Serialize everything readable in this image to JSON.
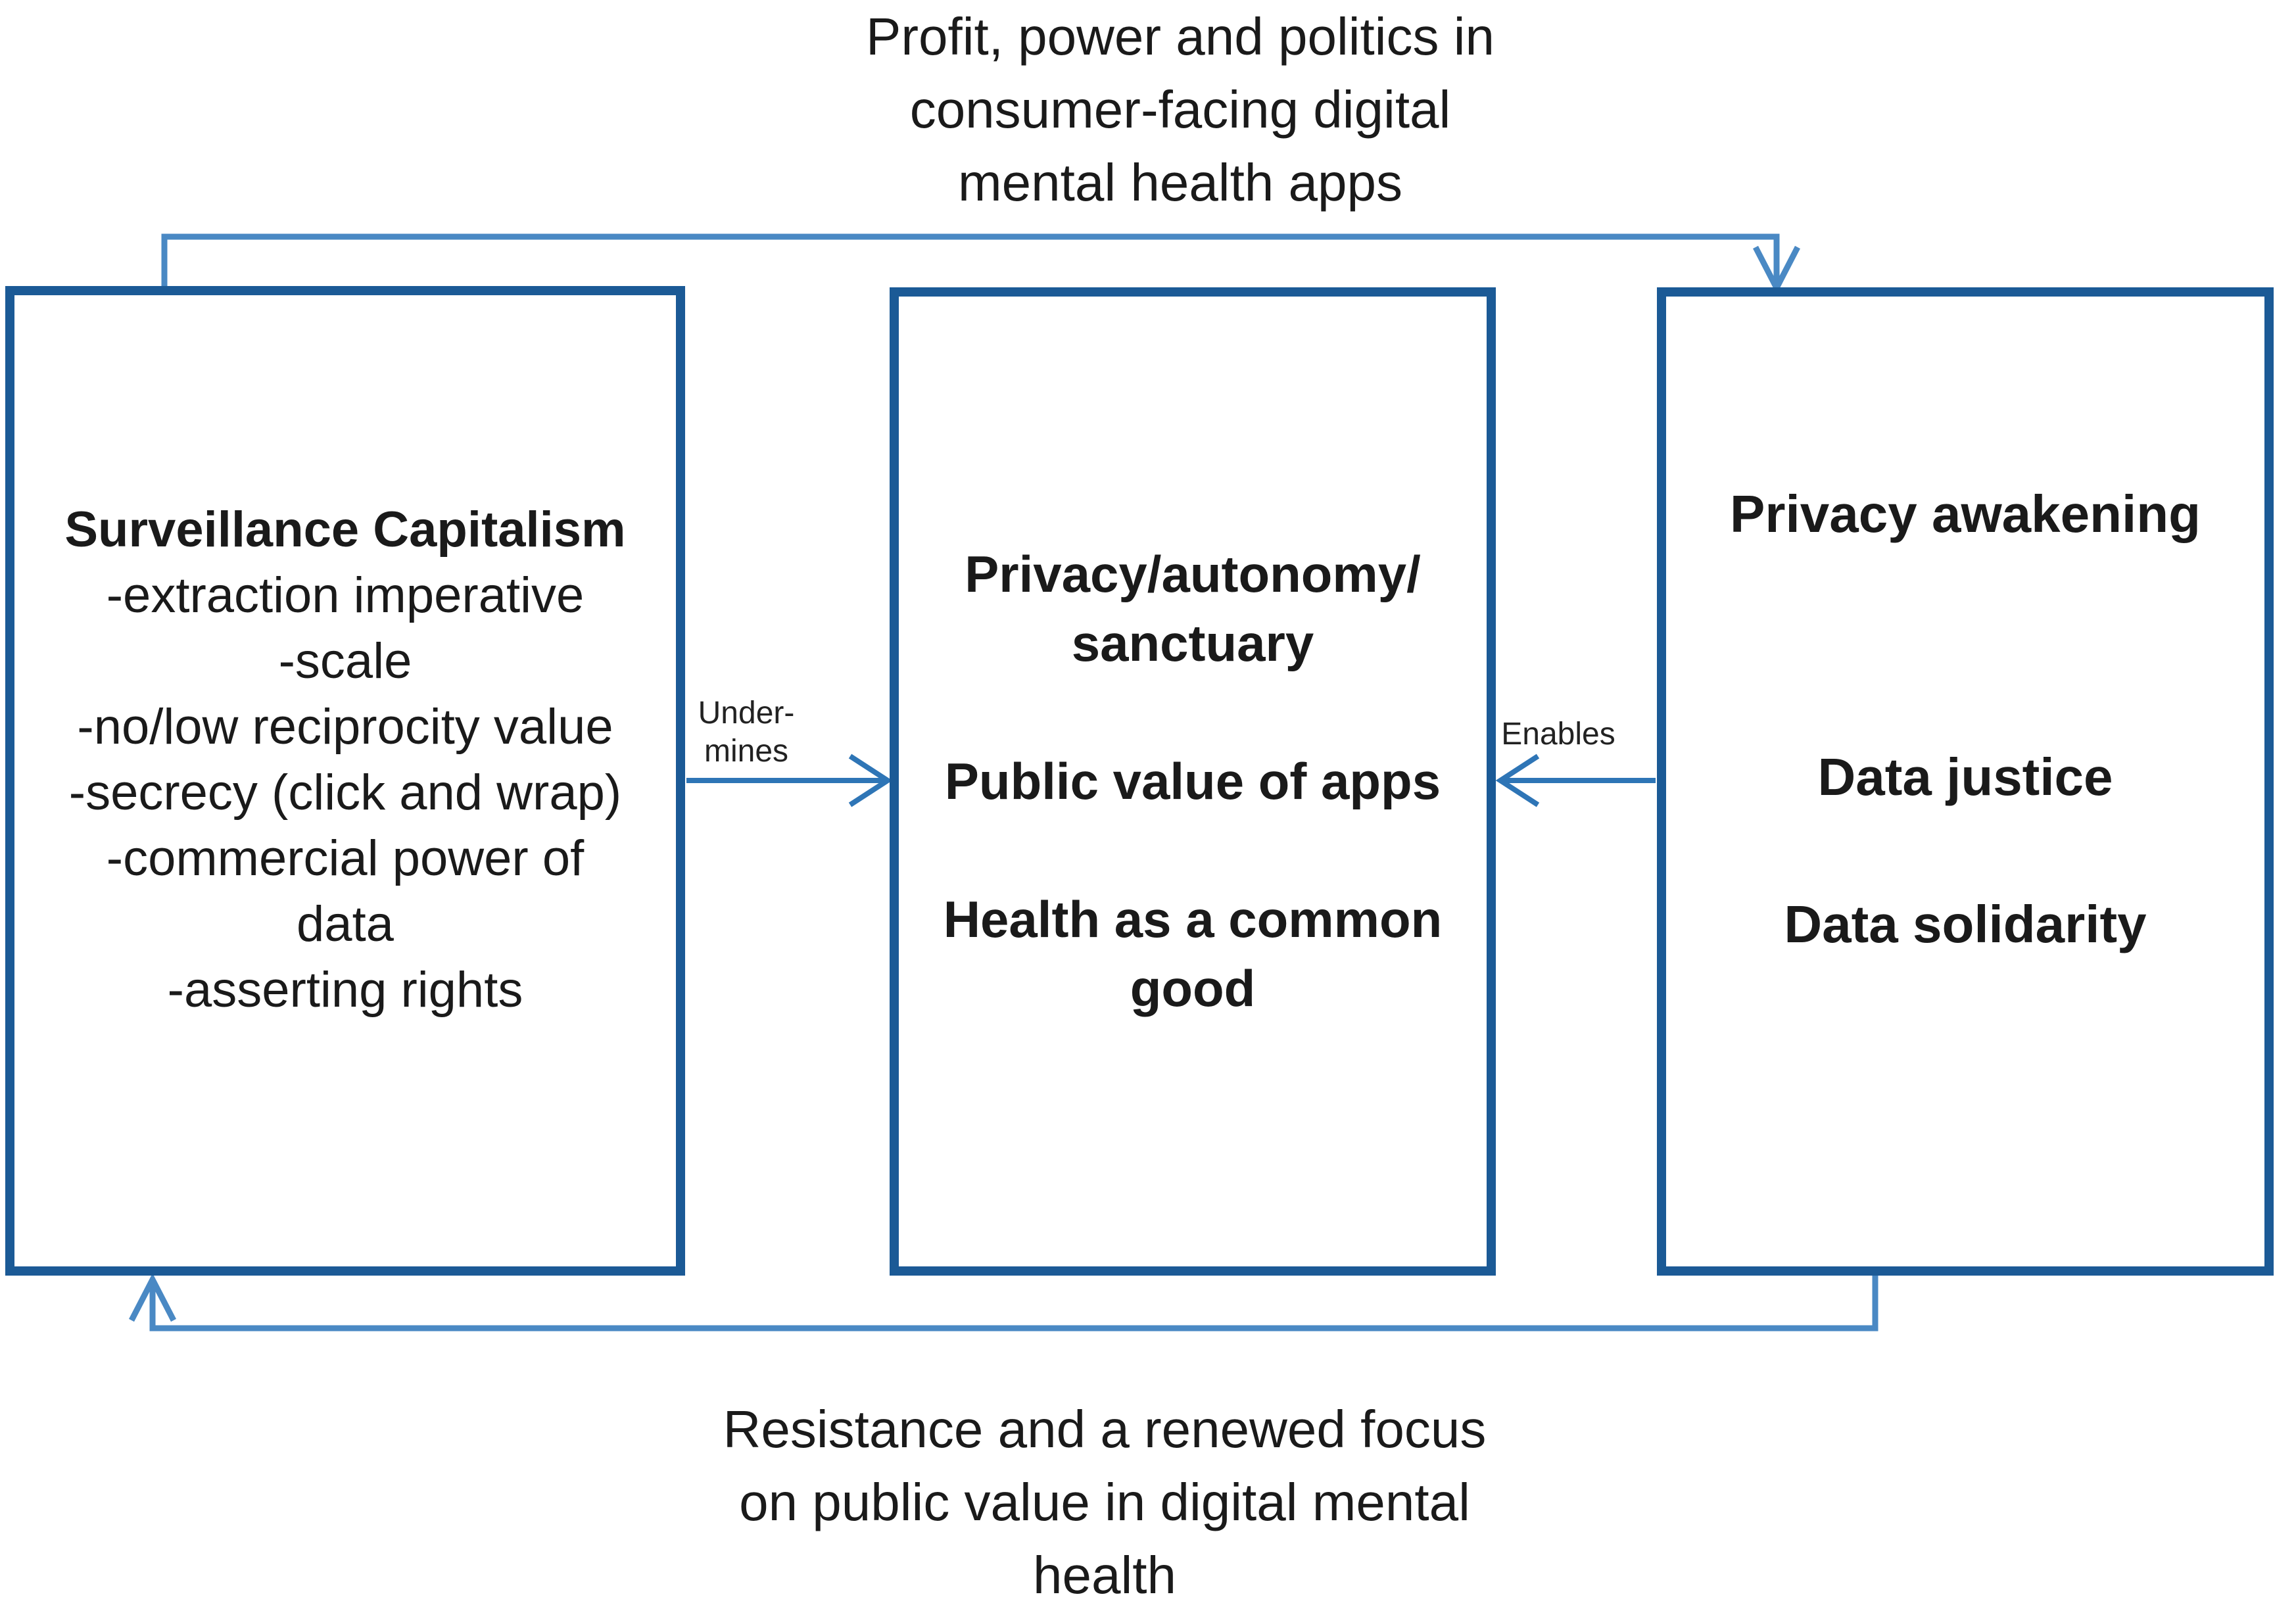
{
  "top_flow_label": "Profit, power and politics in\nconsumer-facing digital\nmental health apps",
  "bottom_flow_label": "Resistance and a renewed focus\non public value in digital mental\nhealth",
  "boxes": {
    "left": {
      "title": "Surveillance Capitalism",
      "items": [
        "-extraction imperative",
        "-scale",
        "-no/low reciprocity value",
        "-secrecy (click and wrap)",
        "-commercial power of\ndata",
        "-asserting rights"
      ]
    },
    "middle": {
      "lines": [
        "Privacy/autonomy/\nsanctuary",
        "Public value of apps",
        "Health as a common\ngood"
      ]
    },
    "right": {
      "lines": [
        "Privacy awakening",
        "Data justice",
        "Data solidarity"
      ]
    }
  },
  "arrows": {
    "undermines_label": "Under-\nmines",
    "enables_label": "Enables"
  },
  "colors": {
    "box_border": "#1b5a96",
    "arrow": "#2e75b6",
    "feedback_line": "#4a89c4",
    "text": "#1a1a1a"
  }
}
